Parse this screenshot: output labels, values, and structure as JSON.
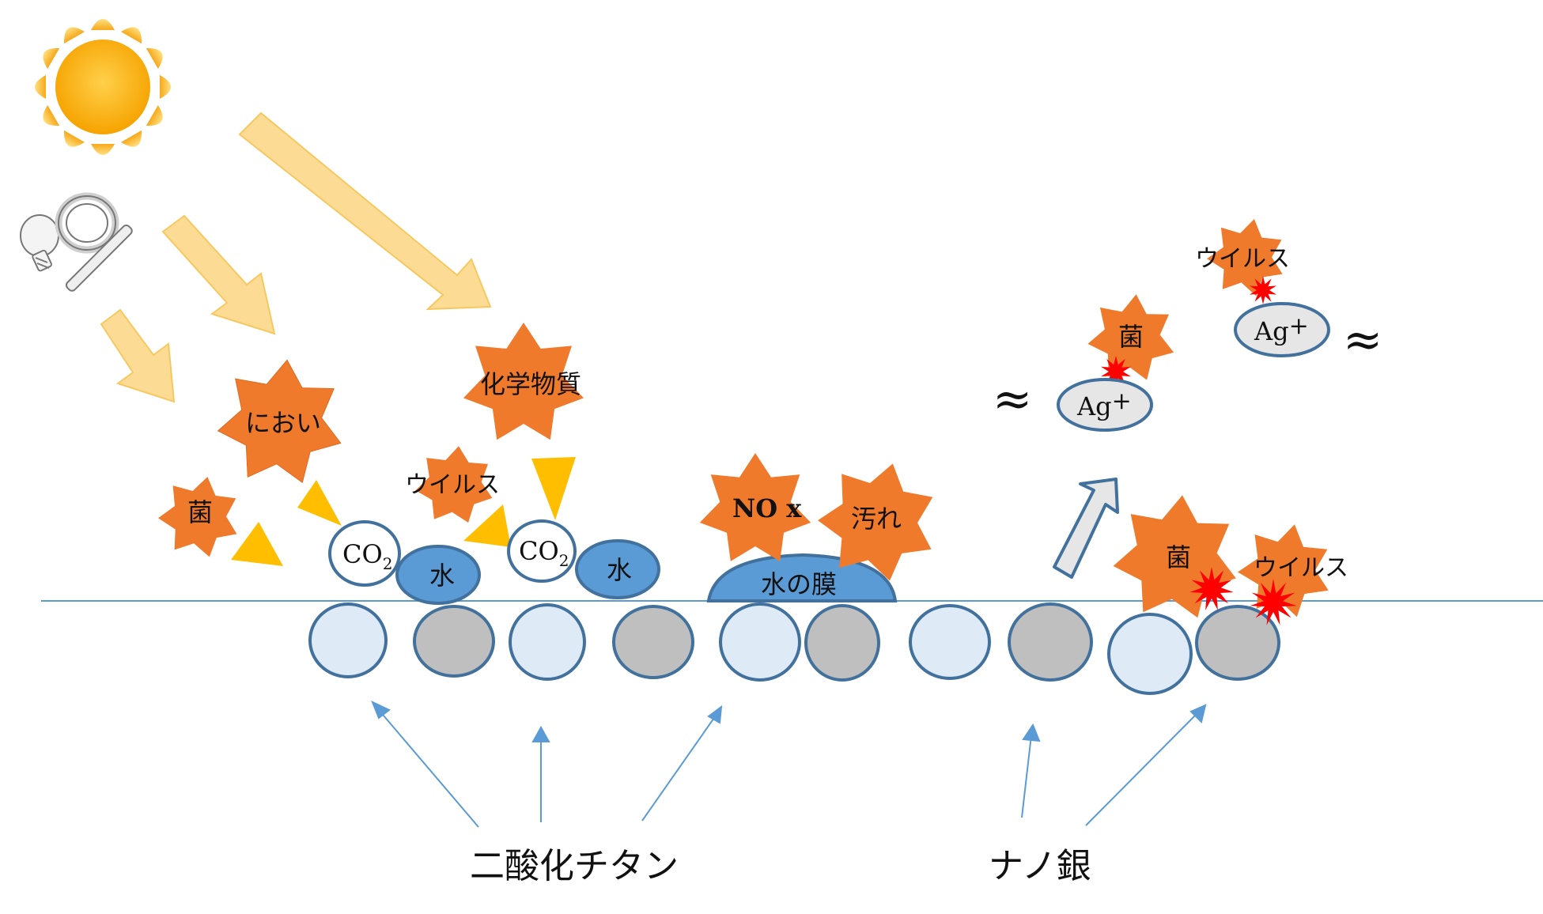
{
  "labels": {
    "odor": "におい",
    "chemicals": "化学物質",
    "bacteria": "菌",
    "virus": "ウイルス",
    "nox": "NO x",
    "dirt": "汚れ",
    "water": "水",
    "water_film": "水の膜",
    "co2_base": "CO",
    "co2_sub": "2",
    "ag_ion": "Ag",
    "ag_plus": "+",
    "wave": "≈",
    "titanium_dioxide": "二酸化チタン",
    "nano_silver": "ナノ銀"
  },
  "colors": {
    "light_arrow": "#fcd98a",
    "light_arrow_stroke": "#f7c24f",
    "star_orange": "#f07a2c",
    "yellow_triangle": "#ffbf00",
    "water_blue": "#5b9bd5",
    "tio2_particle": "#deebf7",
    "silver_particle": "#bfbfbf",
    "particle_stroke": "#41719c",
    "spark_red": "#ff0000",
    "ag_ion_fill": "#e7e6e6",
    "surface_line": "#5b9bd5"
  }
}
